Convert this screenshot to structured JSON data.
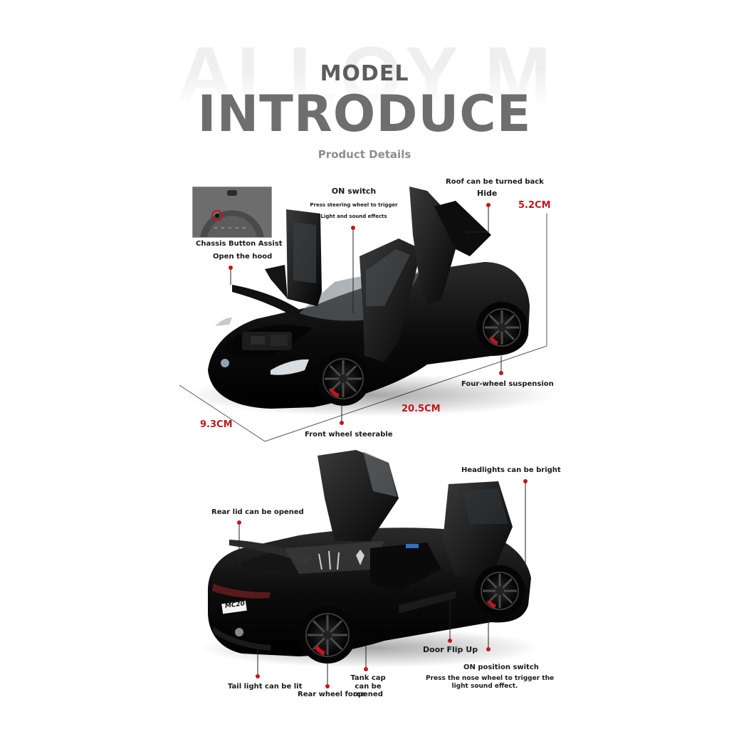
{
  "header": {
    "watermark": "ALLOY MODEL",
    "title_small": "MODEL",
    "title_large": "INTRODUCE",
    "subtitle": "Product Details"
  },
  "top_section": {
    "chassis_button": "Chassis Button Assist",
    "open_hood": "Open the hood",
    "on_switch_title": "ON switch",
    "on_switch_line1": "Press steering wheel to trigger",
    "on_switch_line2": "Light and sound effects",
    "roof_line1": "Roof can be turned back",
    "roof_line2": "Hide",
    "height": "5.2CM",
    "suspension": "Four-wheel suspension",
    "length": "20.5CM",
    "width": "9.3CM",
    "front_wheel": "Front wheel steerable"
  },
  "bottom_section": {
    "headlights": "Headlights can be bright",
    "rear_lid": "Rear lid can be opened",
    "door_flip": "Door Flip Up",
    "on_position_title": "ON position switch",
    "on_position_line1": "Press the nose wheel to trigger the",
    "on_position_line2": "light sound effect.",
    "tank_cap_line1": "Tank cap",
    "tank_cap_line2": "can be",
    "tank_cap_line3": "opened",
    "tail_light": "Tail light can be lit",
    "rear_wheel": "Rear wheel force",
    "plate": "MC20"
  },
  "colors": {
    "accent": "#c0171d",
    "title_gray": "#6e6e6e",
    "car_body": "#0b0b0b"
  }
}
